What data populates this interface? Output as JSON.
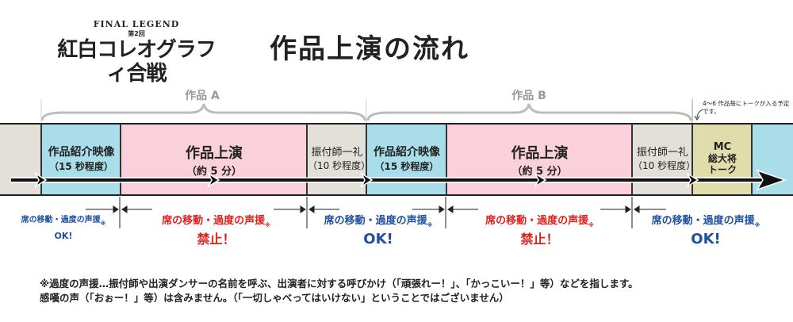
{
  "logo": {
    "top": "FINAL LEGEND",
    "sub": "第2回",
    "main": "紅白コレオグラフィ合戦"
  },
  "title": "作品上演の流れ",
  "groups": [
    {
      "label": "作品 A"
    },
    {
      "label": "作品 B"
    }
  ],
  "mc_note": "4〜6 作品毎にトークが入る予定です。",
  "segments": [
    {
      "l1": "",
      "l2": "",
      "color": "#e3e0d9"
    },
    {
      "l1": "作品紹介映像",
      "l2": "（15 秒程度）",
      "color": "#a9dde9"
    },
    {
      "l1": "作品上演",
      "l2": "（約 5 分）",
      "color": "#f9d0dc"
    },
    {
      "l1": "振付師一礼",
      "l2": "（10 秒程度）",
      "color": "#e3e0d9"
    },
    {
      "l1": "作品紹介映像",
      "l2": "（15 秒程度）",
      "color": "#a9dde9"
    },
    {
      "l1": "作品上演",
      "l2": "（約 5 分）",
      "color": "#f9d0dc"
    },
    {
      "l1": "振付師一礼",
      "l2": "（10 秒程度）",
      "color": "#e3e0d9"
    },
    {
      "l1": "MC",
      "l2": "総大将",
      "l3": "トーク",
      "color": "#e0dcac"
    },
    {
      "l1": "",
      "l2": "",
      "color": "#a9dde9"
    }
  ],
  "rules": [
    {
      "text": "席の移動・過度の声援",
      "mark": "※",
      "status": "OK!"
    },
    {
      "text": "席の移動・過度の声援",
      "mark": "※",
      "status": "禁止！"
    },
    {
      "text": "席の移動・過度の声援",
      "mark": "※",
      "status": "OK!"
    },
    {
      "text": "席の移動・過度の声援",
      "mark": "※",
      "status": "禁止！"
    },
    {
      "text": "席の移動・過度の声援",
      "mark": "※",
      "status": "OK!"
    }
  ],
  "notes": [
    "※過度の声援…振付師や出演ダンサーの名前を呼ぶ、出演者に対する呼びかけ（「頑張れー！」、「かっこいー！」等）などを指します。",
    "感嘆の声（「おぉー！」等）は含みません。（「一切しゃべってはいけない」ということではございません）"
  ]
}
